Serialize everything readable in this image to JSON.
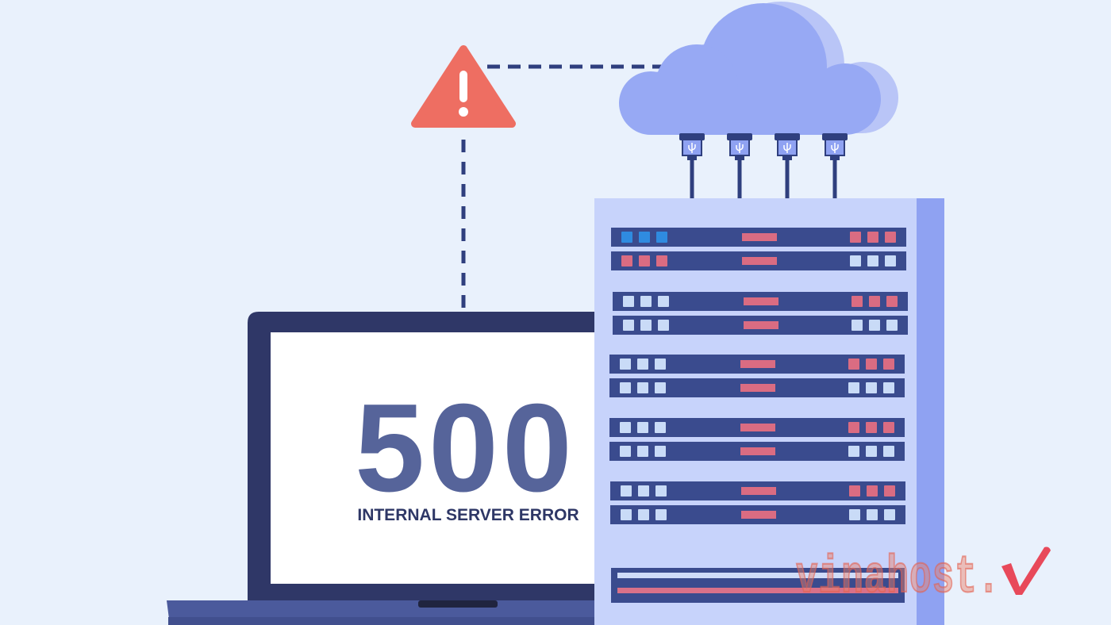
{
  "error": {
    "code": "500",
    "message": "INTERNAL SERVER ERROR"
  },
  "brand": {
    "logo_text": "vinahost."
  },
  "icons": {
    "warning": "warning-triangle-icon",
    "cloud": "cloud-icon",
    "connector": "usb-connector-icon",
    "brand_mark": "checkmark-icon"
  },
  "colors": {
    "background": "#E9F1FC",
    "warning": "#EE6E62",
    "cloud": "#97A9F4",
    "cloud_shadow": "#B9C5F7",
    "line": "#2F3F7E",
    "rack_body": "#C7D3FB",
    "rack_side": "#8FA2F2",
    "rack_unit": "#3A4B8E",
    "laptop_frame": "#2F3767",
    "laptop_base": "#4B5A9C",
    "error_code": "#56649A",
    "error_message": "#2E3766",
    "logo_mark": "#E8495A"
  },
  "server_rack": {
    "light_colors": {
      "blue": "#2F8BE0",
      "red": "#DA6C82",
      "light": "#C9DBF7"
    },
    "units": [
      {
        "left": "blue",
        "right": "red"
      },
      {
        "left": "red",
        "right": "light"
      },
      {
        "left": "light",
        "right": "red"
      },
      {
        "left": "light",
        "right": "light"
      },
      {
        "left": "light",
        "right": "red"
      },
      {
        "left": "light",
        "right": "light"
      },
      {
        "left": "light",
        "right": "red"
      },
      {
        "left": "light",
        "right": "light"
      },
      {
        "left": "light",
        "right": "red"
      },
      {
        "left": "light",
        "right": "light"
      }
    ]
  }
}
